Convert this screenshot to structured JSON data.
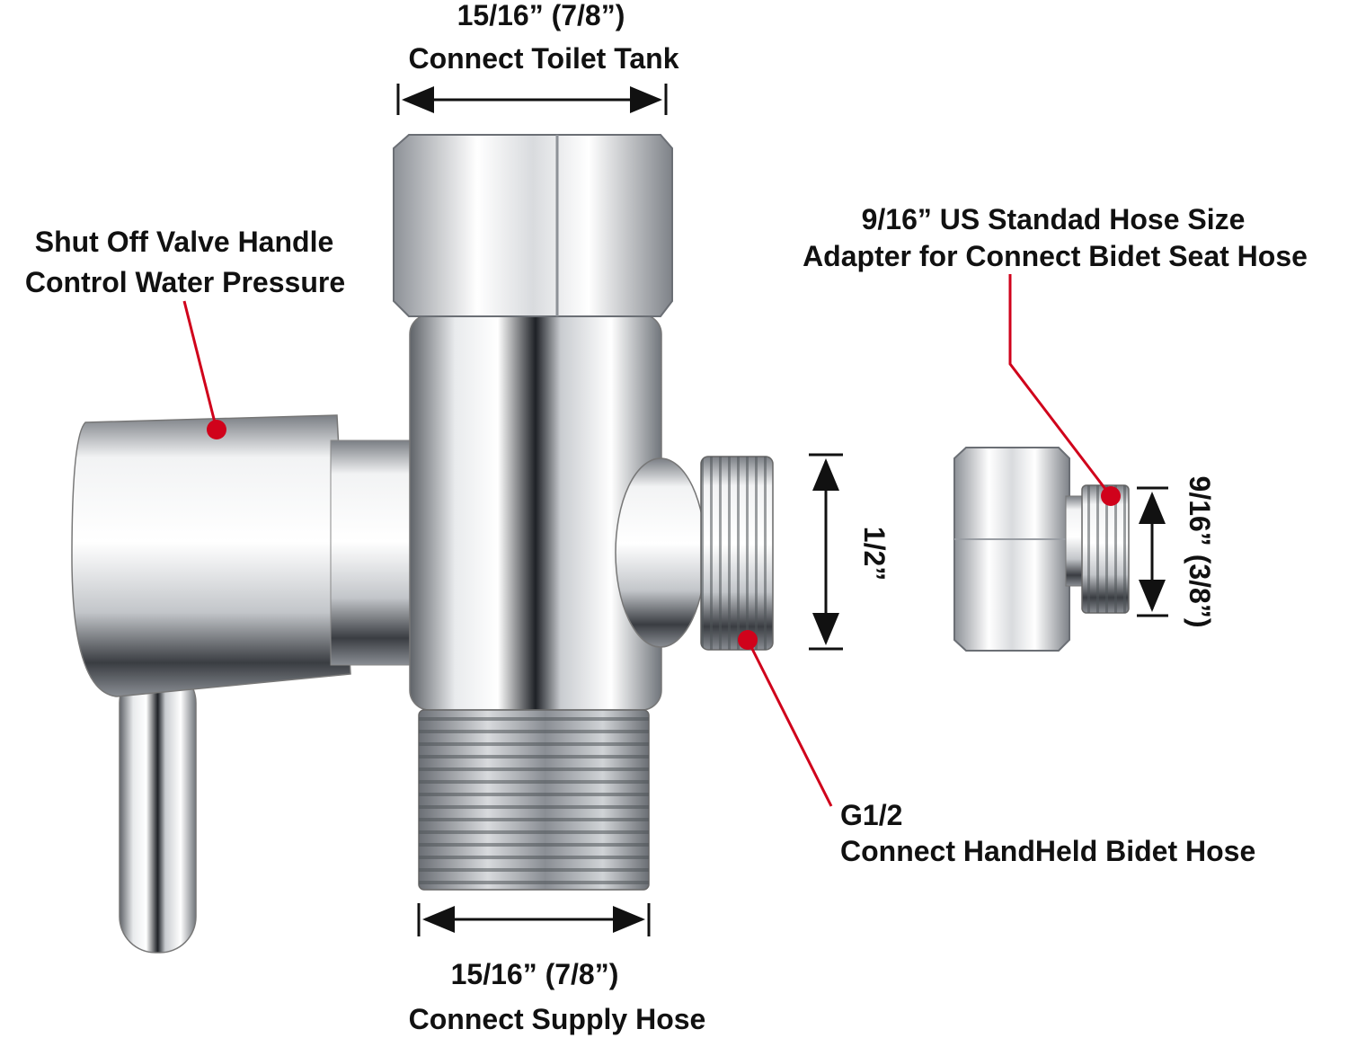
{
  "labels": {
    "top_size": "15/16” (7/8”)",
    "top_desc": "Connect Toilet Tank",
    "valve_line1": "Shut Off Valve Handle",
    "valve_line2": "Control Water Pressure",
    "adapter_line1": "9/16” US Standad Hose Size",
    "adapter_line2": "Adapter for Connect Bidet Seat Hose",
    "side_size": "1/2”",
    "adapter_size": "9/16” (3/8”)",
    "g_code": "G1/2",
    "g_desc": "Connect HandHeld Bidet Hose",
    "bottom_size": "15/16” (7/8”)",
    "bottom_desc": "Connect Supply Hose"
  },
  "colors": {
    "callout": "#d0021b",
    "text": "#111111",
    "chrome_dark": "#6e7278",
    "chrome_light": "#f4f5f6"
  }
}
